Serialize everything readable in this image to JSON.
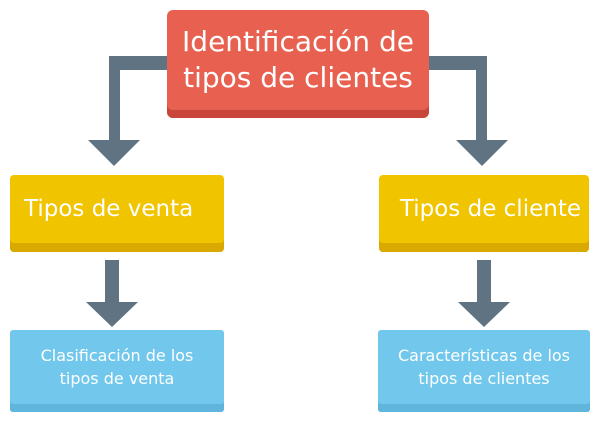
{
  "root": {
    "label": "Identificación de\ntipos de clientes"
  },
  "branches": [
    {
      "label": "Tipos de venta",
      "child": {
        "label": "Clasificación de los\ntipos de venta"
      }
    },
    {
      "label": "Tipos de cliente",
      "child": {
        "label": "Características de los\ntipos de clientes"
      }
    }
  ],
  "colors": {
    "root": "#e8604f",
    "branch": "#f1c400",
    "leaf": "#71c8ec",
    "connector": "#5f7382"
  }
}
